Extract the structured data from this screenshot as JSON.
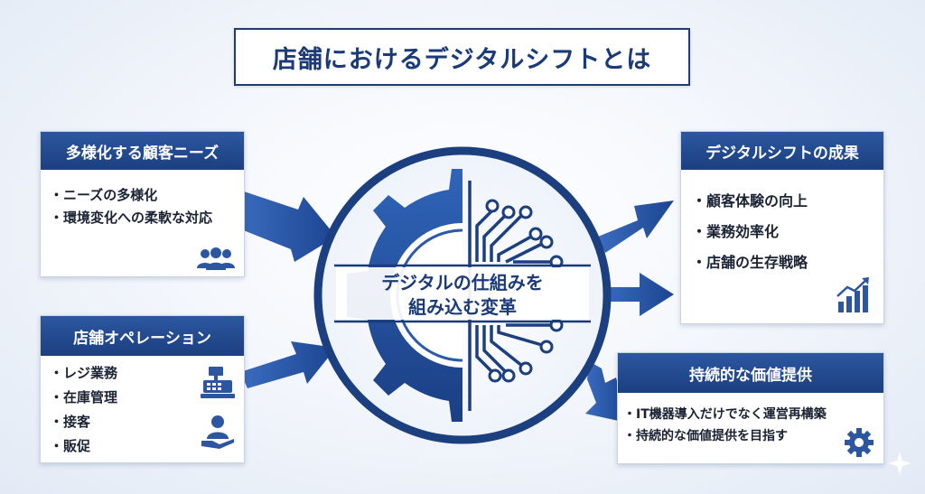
{
  "title": "店舗におけるデジタルシフトとは",
  "center": {
    "line1": "デジタルの仕組みを",
    "line2": "組み込む変革"
  },
  "customer_needs": {
    "heading": "多様化する顧客ニーズ",
    "items": [
      "ニーズの多様化",
      "環境変化への柔軟な対応"
    ],
    "icon": "people-icon"
  },
  "store_operation": {
    "heading": "店舗オペレーション",
    "items": [
      "レジ業務",
      "在庫管理",
      "接客",
      "販促"
    ],
    "icons": [
      "cash-register-icon",
      "staff-icon"
    ]
  },
  "results": {
    "heading": "デジタルシフトの成果",
    "items": [
      "顧客体験の向上",
      "業務効率化",
      "店舗の生存戦略"
    ],
    "icon": "growth-chart-icon"
  },
  "value": {
    "heading": "持続的な価値提供",
    "items": [
      "IT機器導入だけでなく運営再構築",
      "持続的な価値提供を目指す"
    ],
    "icon": "gear-settings-icon"
  },
  "colors": {
    "navy": "#1b3a78",
    "blue": "#2c57a0",
    "arrow": "#2b5aa6"
  }
}
